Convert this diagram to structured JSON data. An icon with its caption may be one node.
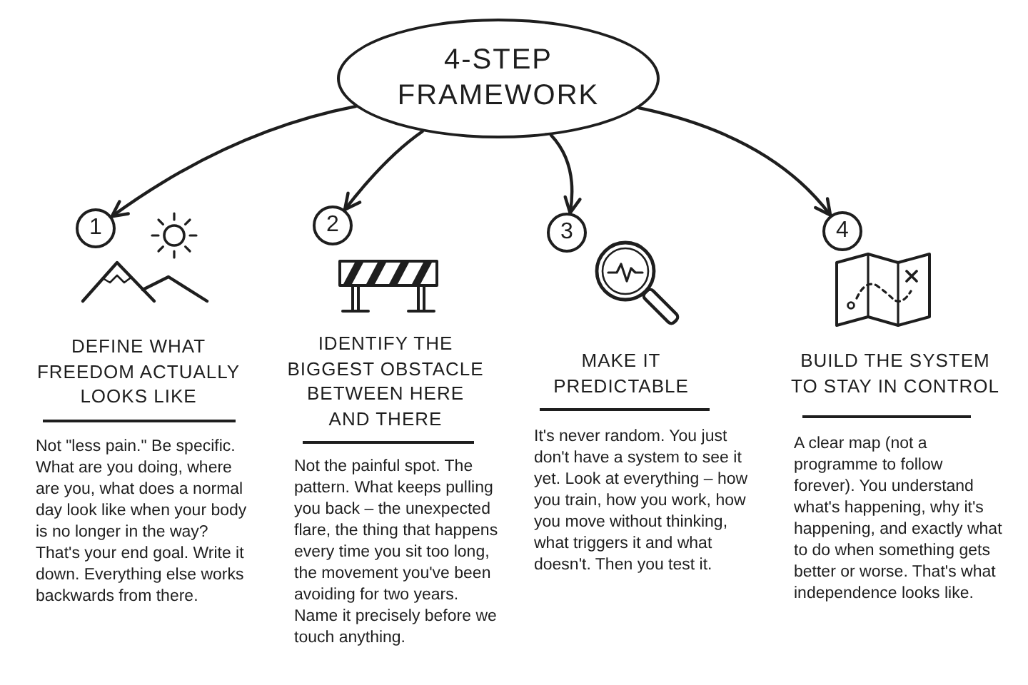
{
  "diagram": {
    "nodes": [
      {
        "text": [
          "4-STEP FRAMEWORK"
        ]
      },
      {
        "text": [
          "1"
        ],
        "beside": [
          "DEFINE WHAT FREEDOM ACTUALLY LOOKS LIKE",
          "Not \"less pain.\" Be specific. What are you doing, where are you, what does a normal day look like when your body is no longer in the way? That's your end goal. Write it down. Everything else works backwards from there."
        ]
      },
      {
        "text": [
          "2"
        ],
        "beside": [
          "IDENTIFY THE BIGGEST OBSTACLE BETWEEN HERE AND THERE",
          "Not the painful spot. The pattern. What keeps pulling you back – the unexpected flare, the thing that happens every time you sit too long, the movement you've been avoiding for two years. Name it precisely before we touch anything."
        ]
      },
      {
        "text": [
          "3"
        ],
        "beside": [
          "MAKE IT PREDICTABLE",
          "It's never random. You just don't have a system to see it yet. Look at everything – how you train, how you work, how you move without thinking, what triggers it and what doesn't. Then you test it."
        ]
      },
      {
        "text": [
          "4"
        ],
        "beside": [
          "BUILD THE SYSTEM TO STAY IN CONTROL",
          "A clear map (not a programme to follow forever). You understand what's happening, why it's happening, and exactly what to do when something gets better or worse. That's what independence looks like."
        ]
      }
    ],
    "edges": [
      {
        "from": 0,
        "to": 1,
        "arrow": "to"
      },
      {
        "from": 0,
        "to": 2,
        "arrow": "to"
      },
      {
        "from": 0,
        "to": 3,
        "arrow": "to"
      },
      {
        "from": 0,
        "to": 4,
        "arrow": "to"
      }
    ]
  }
}
